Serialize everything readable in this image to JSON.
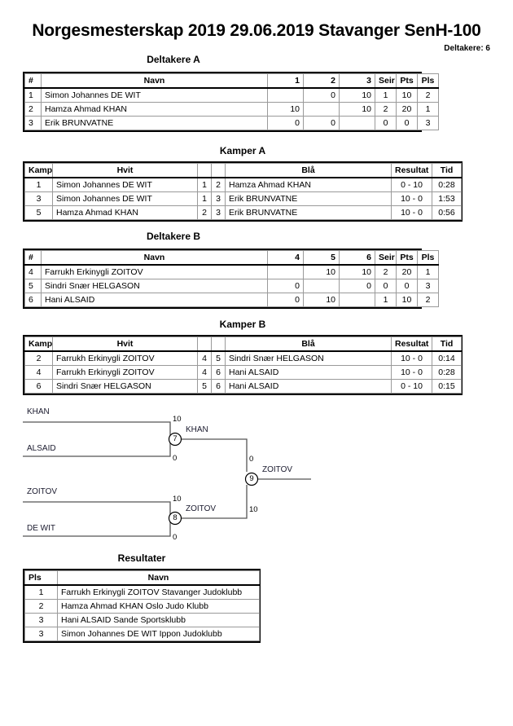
{
  "header": {
    "title": "Norgesmesterskap 2019 29.06.2019 Stavanger SenH-100",
    "entrants": "Deltakere: 6"
  },
  "pool_a": {
    "caption": "Deltakere A",
    "columns": [
      "#",
      "Navn",
      "1",
      "2",
      "3",
      "Seir",
      "Pts",
      "Pls"
    ],
    "rows": [
      {
        "no": "1",
        "name": "Simon Johannes DE WIT",
        "m1": "",
        "m2": "0",
        "m3": "10",
        "seir": "1",
        "pts": "10",
        "pls": "2"
      },
      {
        "no": "2",
        "name": "Hamza Ahmad KHAN",
        "m1": "10",
        "m2": "",
        "m3": "10",
        "seir": "2",
        "pts": "20",
        "pls": "1"
      },
      {
        "no": "3",
        "name": "Erik BRUNVATNE",
        "m1": "0",
        "m2": "0",
        "m3": "",
        "seir": "0",
        "pts": "0",
        "pls": "3"
      }
    ]
  },
  "matches_a": {
    "caption": "Kamper A",
    "columns": [
      "Kamp",
      "Hvit",
      "",
      "",
      "Blå",
      "Resultat",
      "Tid"
    ],
    "rows": [
      {
        "kamp": "1",
        "hvit": "Simon Johannes DE WIT",
        "hvit_no": "1",
        "bla_no": "2",
        "bla": "Hamza Ahmad KHAN",
        "resultat": "0 - 10",
        "tid": "0:28"
      },
      {
        "kamp": "3",
        "hvit": "Simon Johannes DE WIT",
        "hvit_no": "1",
        "bla_no": "3",
        "bla": "Erik BRUNVATNE",
        "resultat": "10 - 0",
        "tid": "1:53"
      },
      {
        "kamp": "5",
        "hvit": "Hamza Ahmad KHAN",
        "hvit_no": "2",
        "bla_no": "3",
        "bla": "Erik BRUNVATNE",
        "resultat": "10 - 0",
        "tid": "0:56"
      }
    ]
  },
  "pool_b": {
    "caption": "Deltakere B",
    "columns": [
      "#",
      "Navn",
      "4",
      "5",
      "6",
      "Seir",
      "Pts",
      "Pls"
    ],
    "rows": [
      {
        "no": "4",
        "name": "Farrukh Erkinygli ZOITOV",
        "m1": "",
        "m2": "10",
        "m3": "10",
        "seir": "2",
        "pts": "20",
        "pls": "1"
      },
      {
        "no": "5",
        "name": "Sindri Snær HELGASON",
        "m1": "0",
        "m2": "",
        "m3": "0",
        "seir": "0",
        "pts": "0",
        "pls": "3"
      },
      {
        "no": "6",
        "name": "Hani ALSAID",
        "m1": "0",
        "m2": "10",
        "m3": "",
        "seir": "1",
        "pts": "10",
        "pls": "2"
      }
    ]
  },
  "matches_b": {
    "caption": "Kamper B",
    "columns": [
      "Kamp",
      "Hvit",
      "",
      "",
      "Blå",
      "Resultat",
      "Tid"
    ],
    "rows": [
      {
        "kamp": "2",
        "hvit": "Farrukh Erkinygli ZOITOV",
        "hvit_no": "4",
        "bla_no": "5",
        "bla": "Sindri Snær HELGASON",
        "resultat": "10 - 0",
        "tid": "0:14"
      },
      {
        "kamp": "4",
        "hvit": "Farrukh Erkinygli ZOITOV",
        "hvit_no": "4",
        "bla_no": "6",
        "bla": "Hani ALSAID",
        "resultat": "10 - 0",
        "tid": "0:28"
      },
      {
        "kamp": "6",
        "hvit": "Sindri Snær HELGASON",
        "hvit_no": "5",
        "bla_no": "6",
        "bla": "Hani ALSAID",
        "resultat": "0 - 10",
        "tid": "0:15"
      }
    ]
  },
  "bracket": {
    "semifinal_1": {
      "match_no": "7",
      "top_name": "KHAN",
      "top_score": "10",
      "bottom_name": "ALSAID",
      "bottom_score": "0",
      "winner": "KHAN"
    },
    "semifinal_2": {
      "match_no": "8",
      "top_name": "ZOITOV",
      "top_score": "10",
      "bottom_name": "DE WIT",
      "bottom_score": "0",
      "winner": "ZOITOV"
    },
    "final": {
      "match_no": "9",
      "top_score": "0",
      "bottom_score": "10",
      "winner": "ZOITOV"
    }
  },
  "results": {
    "caption": "Resultater",
    "columns": [
      "Pls",
      "Navn"
    ],
    "rows": [
      {
        "pls": "1",
        "name": "Farrukh Erkinygli ZOITOV Stavanger Judoklubb"
      },
      {
        "pls": "2",
        "name": "Hamza Ahmad KHAN Oslo Judo Klubb"
      },
      {
        "pls": "3",
        "name": "Hani ALSAID Sande Sportsklubb"
      },
      {
        "pls": "3",
        "name": "Simon Johannes DE WIT Ippon Judoklubb"
      }
    ]
  }
}
